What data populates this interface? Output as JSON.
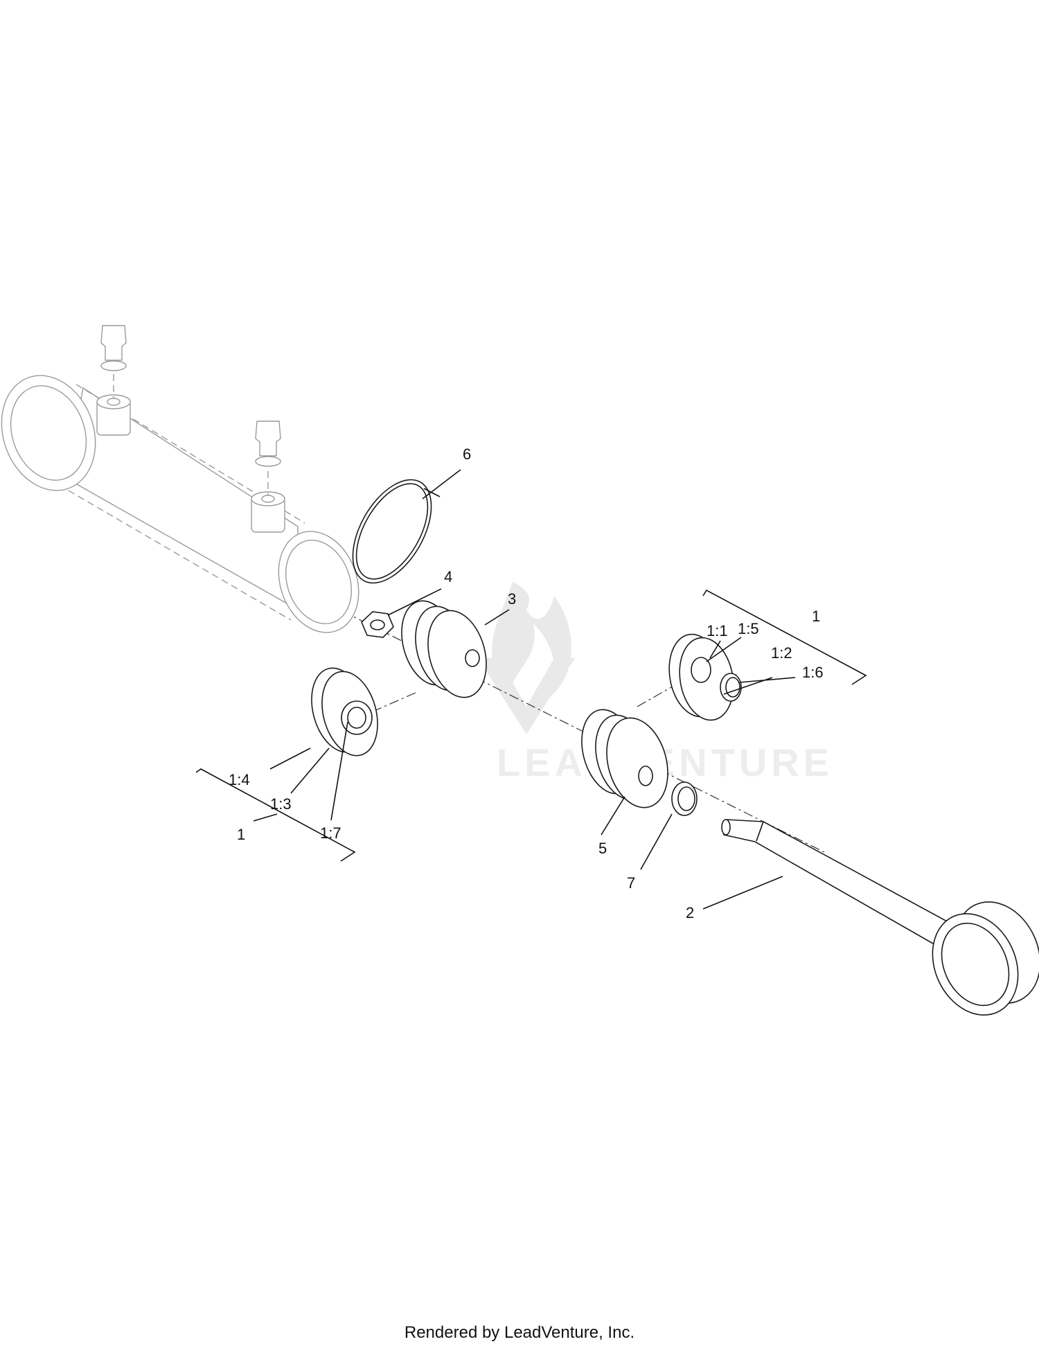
{
  "watermark": {
    "text": "LEADVENTURE"
  },
  "callouts": {
    "c6": "6",
    "c4": "4",
    "c3": "3",
    "c1_right": "1",
    "c1_1": "1:1",
    "c1_5": "1:5",
    "c1_2": "1:2",
    "c1_6": "1:6",
    "c1_4": "1:4",
    "c1_3": "1:3",
    "c1_left": "1",
    "c1_7": "1:7",
    "c5": "5",
    "c7": "7",
    "c2": "2"
  },
  "footer": {
    "text": "Rendered by LeadVenture, Inc."
  }
}
